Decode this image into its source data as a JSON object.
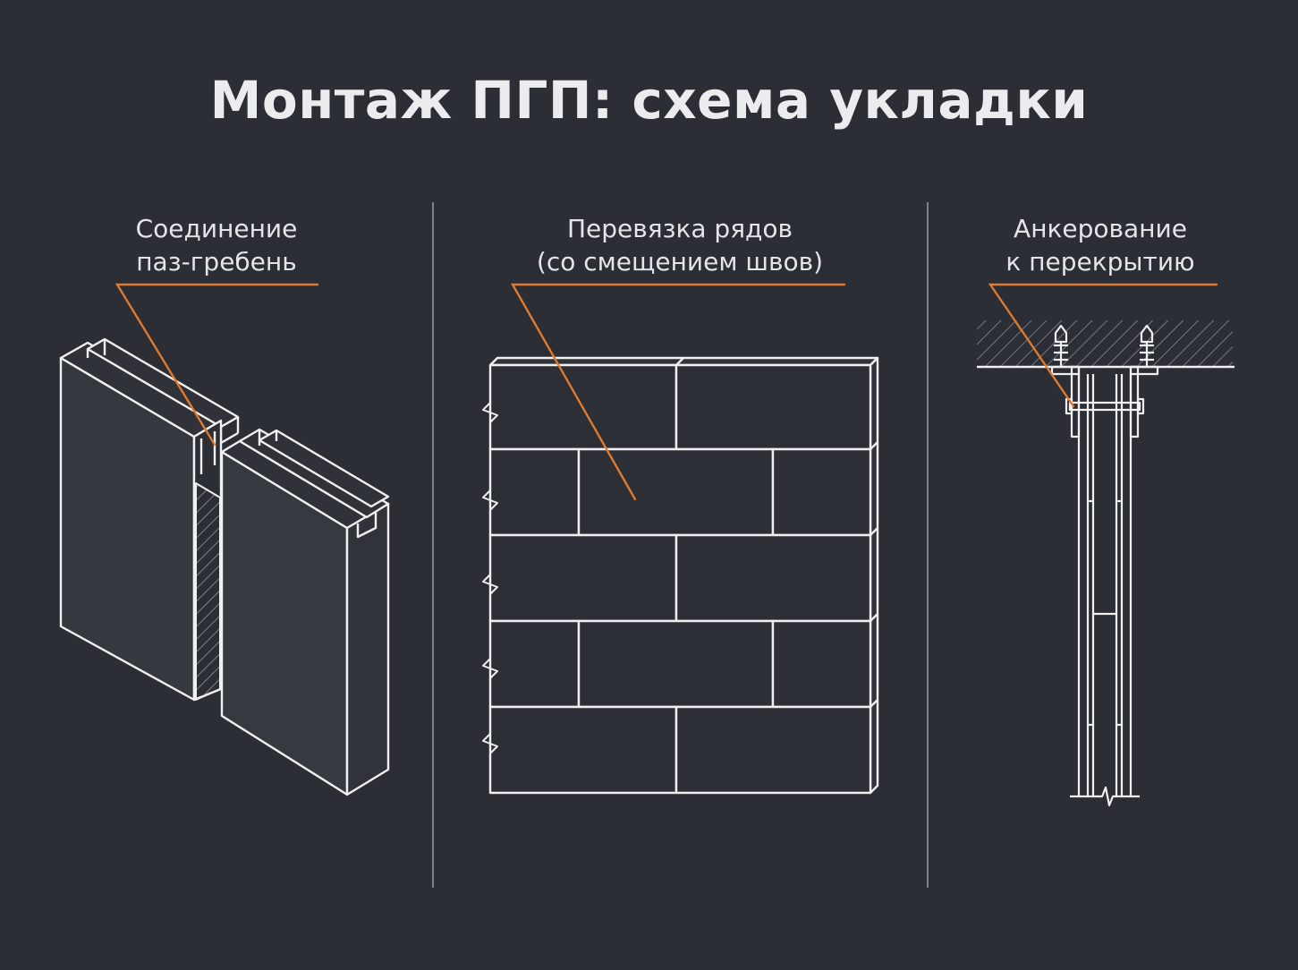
{
  "title": "Монтаж ПГП: схема укладки",
  "panels": [
    {
      "label_lines": [
        "Соединение",
        "паз-гребень"
      ]
    },
    {
      "label_lines": [
        "Перевязка рядов",
        "(со смещением швов)"
      ]
    },
    {
      "label_lines": [
        "Анкерование",
        "к перекрытию"
      ]
    }
  ],
  "colors": {
    "background": "#2b2e35",
    "line": "#f0f0f0",
    "accent": "#e07a2e",
    "panel_fill": "#353940"
  }
}
